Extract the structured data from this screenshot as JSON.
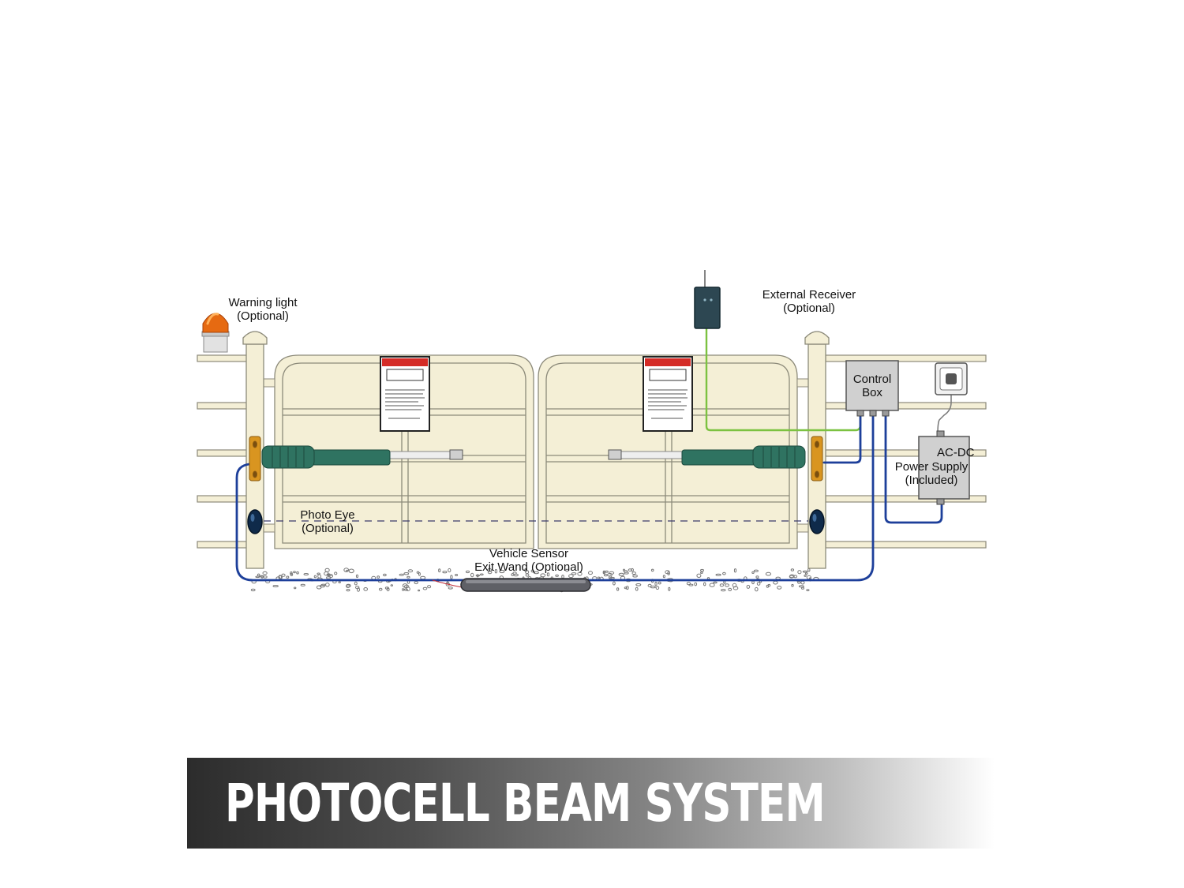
{
  "labels": {
    "warning_light": "Warning light",
    "warning_light_note": "(Optional)",
    "external_receiver": "External Receiver",
    "external_receiver_note": "(Optional)",
    "control_box_line1": "Control",
    "control_box_line2": "Box",
    "power_supply_type": "AC-DC",
    "power_supply": "Power Supply",
    "power_supply_note": "(Included)",
    "photo_eye": "Photo Eye",
    "photo_eye_note": "(Optional)",
    "vehicle_sensor": "Vehicle Sensor",
    "vehicle_sensor_note": "Exit Wand (Optional)"
  },
  "banner": {
    "title": "PHOTOCELL BEAM SYSTEM"
  },
  "colors": {
    "fence": "#f4efd6",
    "fence_stroke": "#8c8a7a",
    "actuator": "#2f7361",
    "wire_blue": "#1d3f9a",
    "wire_green": "#7cc241",
    "warning_light": "#e66a12",
    "sign_header": "#d42b26",
    "box_gray": "#d0d0d0"
  },
  "icons": [
    "warning-light-icon",
    "receiver-icon",
    "power-outlet-icon",
    "photo-eye-icon",
    "actuator-icon"
  ]
}
